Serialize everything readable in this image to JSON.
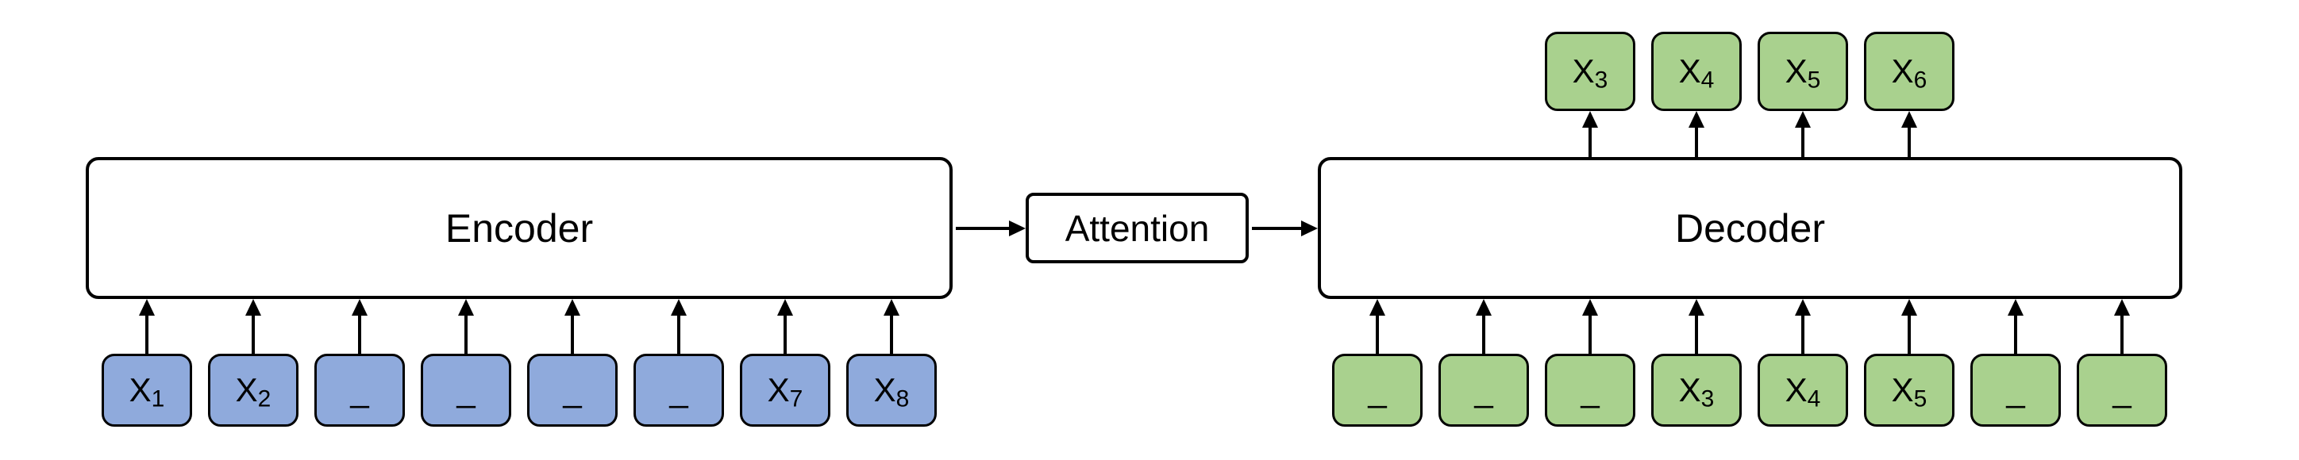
{
  "diagram": {
    "title": "encoder-decoder text infilling diagram",
    "encoder": {
      "label": "Encoder"
    },
    "attention": {
      "label": "Attention"
    },
    "decoder": {
      "label": "Decoder"
    },
    "encoder_inputs": [
      {
        "base": "X",
        "sub": "1"
      },
      {
        "base": "X",
        "sub": "2"
      },
      {
        "base": "_",
        "sub": ""
      },
      {
        "base": "_",
        "sub": ""
      },
      {
        "base": "_",
        "sub": ""
      },
      {
        "base": "_",
        "sub": ""
      },
      {
        "base": "X",
        "sub": "7"
      },
      {
        "base": "X",
        "sub": "8"
      }
    ],
    "decoder_inputs": [
      {
        "base": "_",
        "sub": ""
      },
      {
        "base": "_",
        "sub": ""
      },
      {
        "base": "_",
        "sub": ""
      },
      {
        "base": "X",
        "sub": "3"
      },
      {
        "base": "X",
        "sub": "4"
      },
      {
        "base": "X",
        "sub": "5"
      },
      {
        "base": "_",
        "sub": ""
      },
      {
        "base": "_",
        "sub": ""
      }
    ],
    "decoder_outputs": [
      {
        "base": "X",
        "sub": "3"
      },
      {
        "base": "X",
        "sub": "4"
      },
      {
        "base": "X",
        "sub": "5"
      },
      {
        "base": "X",
        "sub": "6"
      }
    ],
    "colors": {
      "encoder_token_fill": "#8FAADC",
      "decoder_token_fill": "#A9D18E",
      "box_fill": "#FFFFFF",
      "stroke": "#000000",
      "background": "#FFFFFF"
    }
  }
}
